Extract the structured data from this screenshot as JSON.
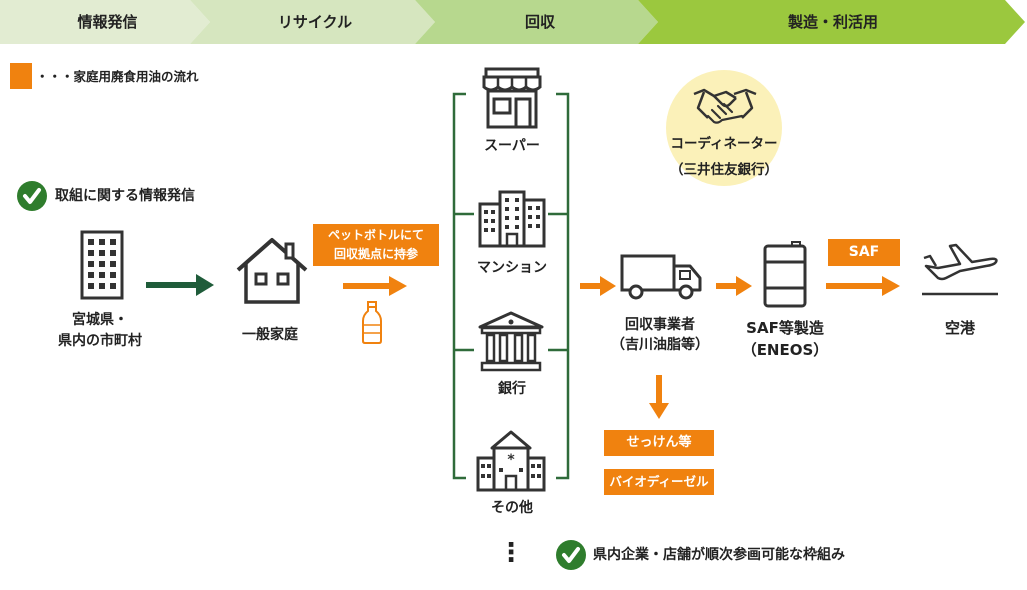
{
  "header": {
    "steps": [
      "情報発信",
      "リサイクル",
      "回収",
      "製造・利活用"
    ],
    "colors": [
      "#e2ecd2",
      "#d6e6bf",
      "#b7d88e",
      "#9bc83e"
    ]
  },
  "legend": {
    "text": "・・・家庭用廃食用油の流れ",
    "color": "#f0820f"
  },
  "info_note": "取組に関する情報発信",
  "prefecture": {
    "line1": "宮城県・",
    "line2": "県内の市町村"
  },
  "household": "一般家庭",
  "pet_bottle": {
    "line1": "ペットボトルにて",
    "line2": "回収拠点に持参"
  },
  "collection_points": [
    "スーパー",
    "マンション",
    "銀行",
    "その他"
  ],
  "collector": {
    "line1": "回収事業者",
    "line2": "（吉川油脂等）"
  },
  "coordinator": {
    "line1": "コーディネーター",
    "line2": "（三井住友銀行）"
  },
  "products": [
    "せっけん等",
    "バイオディーゼル"
  ],
  "saf_maker": {
    "line1": "SAF等製造",
    "line2": "（ENEOS）"
  },
  "saf_label": "SAF",
  "airport": "空港",
  "ellipsis": "⋮",
  "framework_note": "県内企業・店舗が順次参画可能な枠組み",
  "colors": {
    "accent": "#f0820f",
    "green": "#2f7d2d",
    "arrow_dark": "#1f5c3a",
    "bracket": "#2f6b3a"
  }
}
